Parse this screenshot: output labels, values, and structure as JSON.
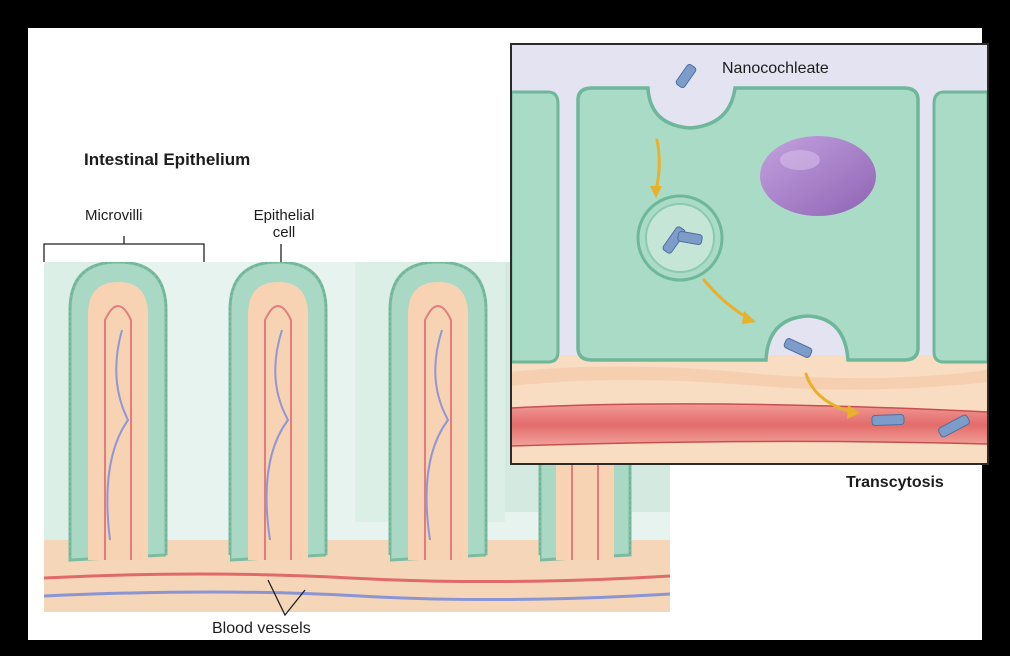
{
  "title": "Intestinal Epithelium",
  "labels": {
    "microvilli": "Microvilli",
    "epithelial_cell_line1": "Epithelial",
    "epithelial_cell_line2": "cell",
    "blood_vessels": "Blood vessels",
    "nanocochleate": "Nanocochleate",
    "transcytosis": "Transcytosis"
  },
  "colors": {
    "frame": "#000000",
    "background": "#ffffff",
    "epithelium_green": "#9fd8c2",
    "cell_green": "#a9dbc6",
    "lamina_peach": "#f6d6b8",
    "artery_red": "#e06a6a",
    "vein_blue": "#8b95d4",
    "nucleus_purple": "#a07ac4",
    "particle_blue": "#7e9cc9",
    "arrow_yellow": "#e9b02a",
    "lumen_lavender": "#e4e3f1"
  }
}
